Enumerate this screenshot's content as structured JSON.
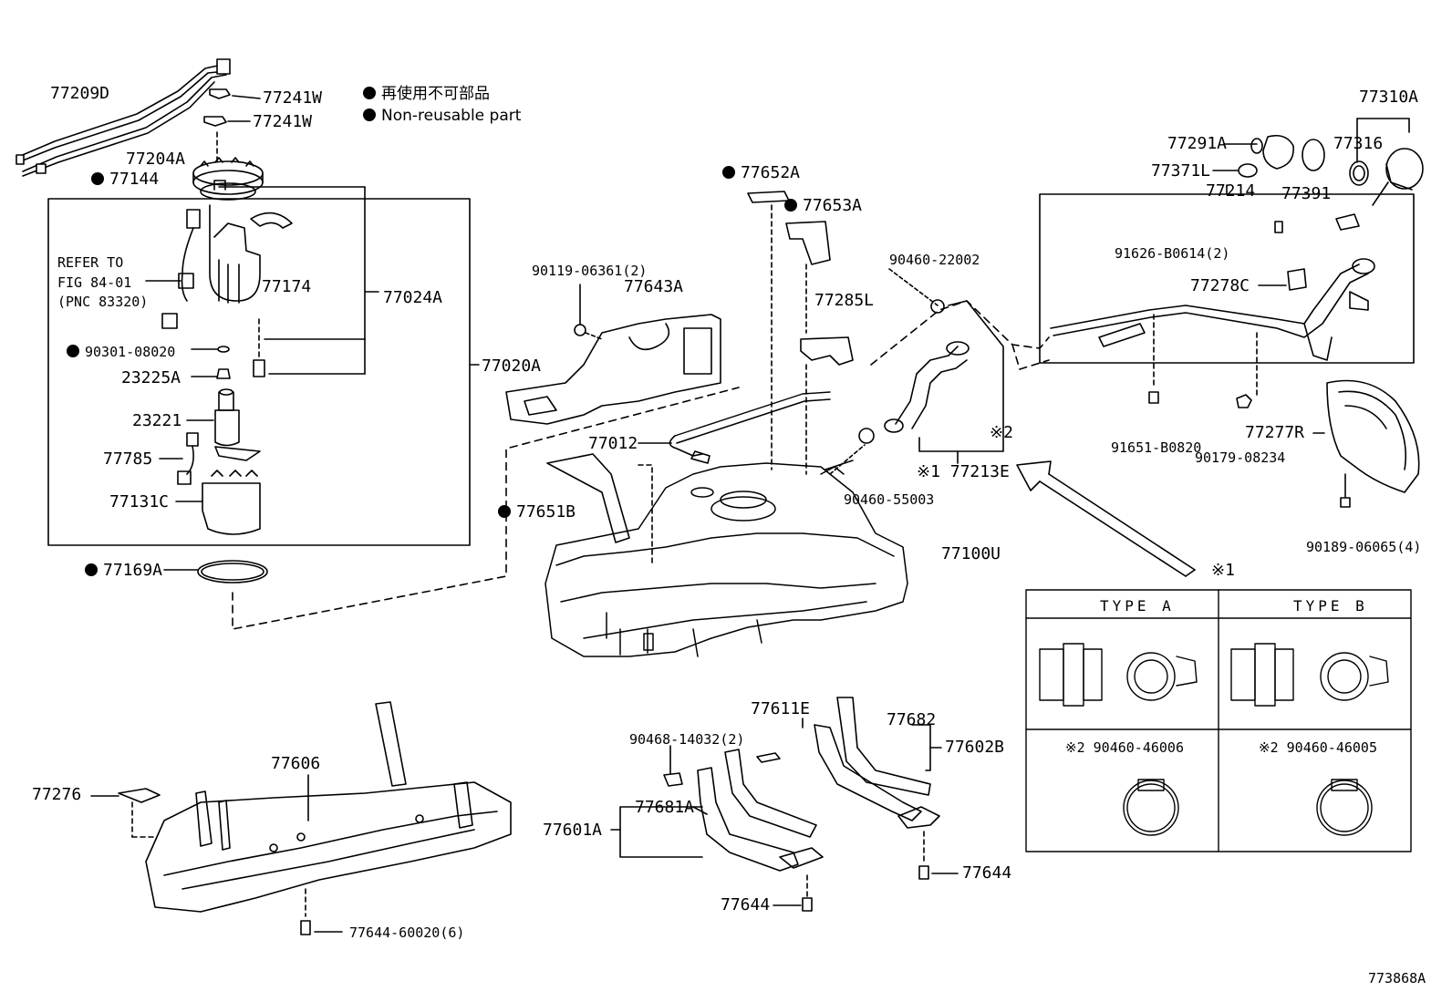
{
  "legend": {
    "line1": "再使用不可部品",
    "line2": "Non-reusable part"
  },
  "notes": {
    "refer": "REFER TO",
    "fig": "FIG 84-01",
    "pnc": "(PNC 83320)"
  },
  "table": {
    "type_a": "TYPE A",
    "type_b": "TYPE B",
    "clamp_a": "※2 90460-46006",
    "clamp_b": "※2 90460-46005"
  },
  "marks": {
    "m1": "※1",
    "m2": "※2"
  },
  "labels": {
    "p77209D": "77209D",
    "p77241W_a": "77241W",
    "p77241W_b": "77241W",
    "p77204A": "77204A",
    "p77144": "77144",
    "p77174": "77174",
    "p77024A": "77024A",
    "p90301": "90301-08020",
    "p23225A": "23225A",
    "p23221": "23221",
    "p77785": "77785",
    "p77131C": "77131C",
    "p77020A": "77020A",
    "p77169A": "77169A",
    "p77652A": "77652A",
    "p77653A": "77653A",
    "p90119": "90119-06361(2)",
    "p77643A": "77643A",
    "p77285L": "77285L",
    "p90460_22002": "90460-22002",
    "p77012": "77012",
    "p77651B": "77651B",
    "p90460_55003": "90460-55003",
    "p77213E": "※1 77213E",
    "p77100U": "77100U",
    "p77310A": "77310A",
    "p77291A": "77291A",
    "p77316": "77316",
    "p77371L": "77371L",
    "p77214": "77214",
    "p77391": "77391",
    "p91626": "91626-B0614(2)",
    "p77278C": "77278C",
    "p91651": "91651-B0820",
    "p77277R": "77277R",
    "p90179": "90179-08234",
    "p90189": "90189-06065(4)",
    "p77606": "77606",
    "p77276": "77276",
    "p77644_60020": "77644-60020(6)",
    "p77611E": "77611E",
    "p90468": "90468-14032(2)",
    "p77681A": "77681A",
    "p77601A": "77601A",
    "p77644_a": "77644",
    "p77682": "77682",
    "p77602B": "77602B",
    "p77644_b": "77644",
    "fig_id": "773868A"
  }
}
